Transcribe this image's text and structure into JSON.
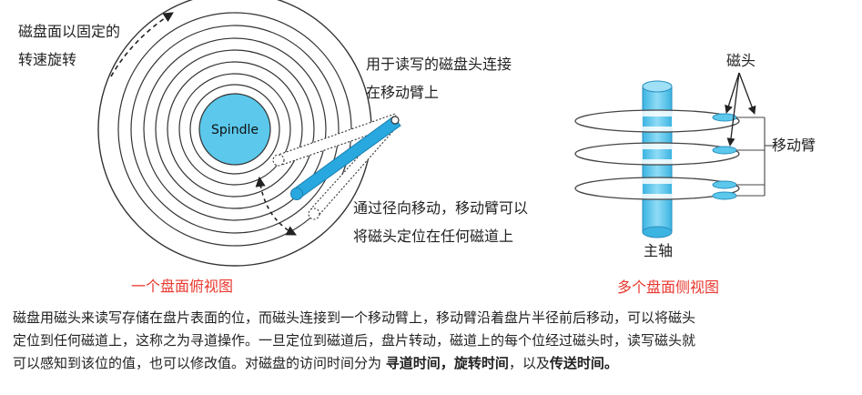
{
  "top_view": {
    "rotation_note_line1": "磁盘面以固定的",
    "rotation_note_line2": "转速旋转",
    "spindle_label": "Spindle",
    "head_note_line1": "用于读写的磁盘头连接",
    "head_note_line2": "在移动臂上",
    "move_note_line1": "通过径向移动，移动臂可以",
    "move_note_line2": "将磁头定位在任何磁道上",
    "caption": "一个盘面俯视图"
  },
  "side_view": {
    "head_label": "磁头",
    "arm_label": "移动臂",
    "spindle_label": "主轴",
    "caption": "多个盘面侧视图"
  },
  "description": {
    "line1": "磁盘用磁头来读写存储在盘片表面的位，而磁头连接到一个移动臂上，移动臂沿着盘片半径前后移动，可以将磁头",
    "line2": "定位到任何磁道上，这称之为寻道操作。一旦定位到磁道后，盘片转动，磁道上的每个位经过磁头时，读写磁头就",
    "line3_prefix": "可以感知到该位的值，也可以修改值。对磁盘的访问时间分为 ",
    "term_seek": "寻道时间",
    "sep_comma": "，",
    "term_rotation": "旋转时间",
    "sep_and": "，以及",
    "term_transfer": "传送时间",
    "line3_end": "。"
  },
  "colors": {
    "caption_red": "#e8382f",
    "arm_blue": "#29a8df",
    "spindle_fill": "#5bc8ec",
    "platter_outline": "#444444"
  }
}
